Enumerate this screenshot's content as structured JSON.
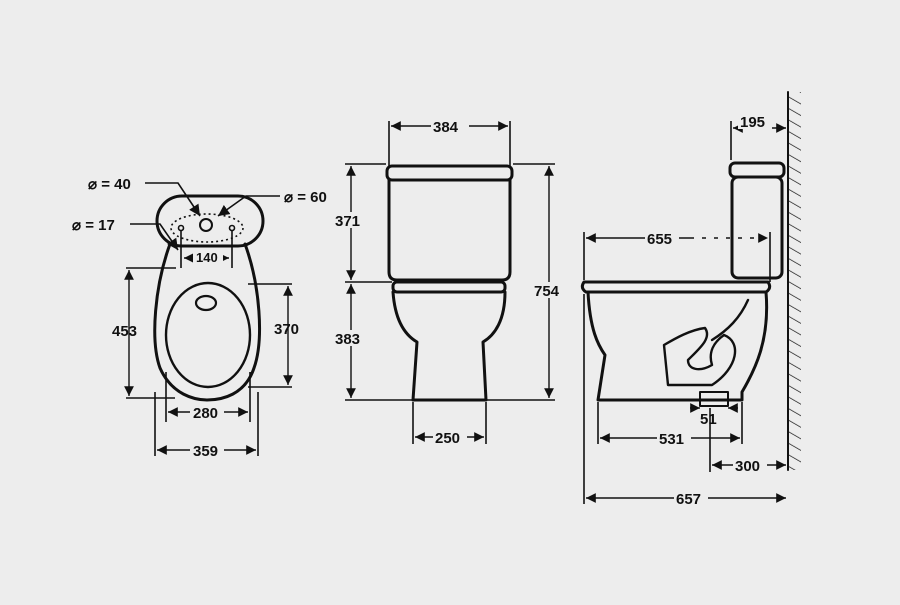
{
  "top_view": {
    "dia_40": "⌀ = 40",
    "dia_60": "⌀ = 60",
    "dia_17": "⌀ = 17",
    "spacing": "140",
    "length": "453",
    "bowl_length": "370",
    "bowl_width": "280",
    "overall_width": "359"
  },
  "front_view": {
    "tank_width": "384",
    "tank_height": "371",
    "bowl_height": "383",
    "overall_height": "754",
    "base_width": "250"
  },
  "side_view": {
    "tank_depth": "195",
    "seat_reach": "655",
    "outlet": "51",
    "base_depth": "531",
    "outlet_to_wall": "300",
    "overall_depth": "657"
  },
  "colors": {
    "background": "#ededed",
    "ink": "#111111"
  }
}
